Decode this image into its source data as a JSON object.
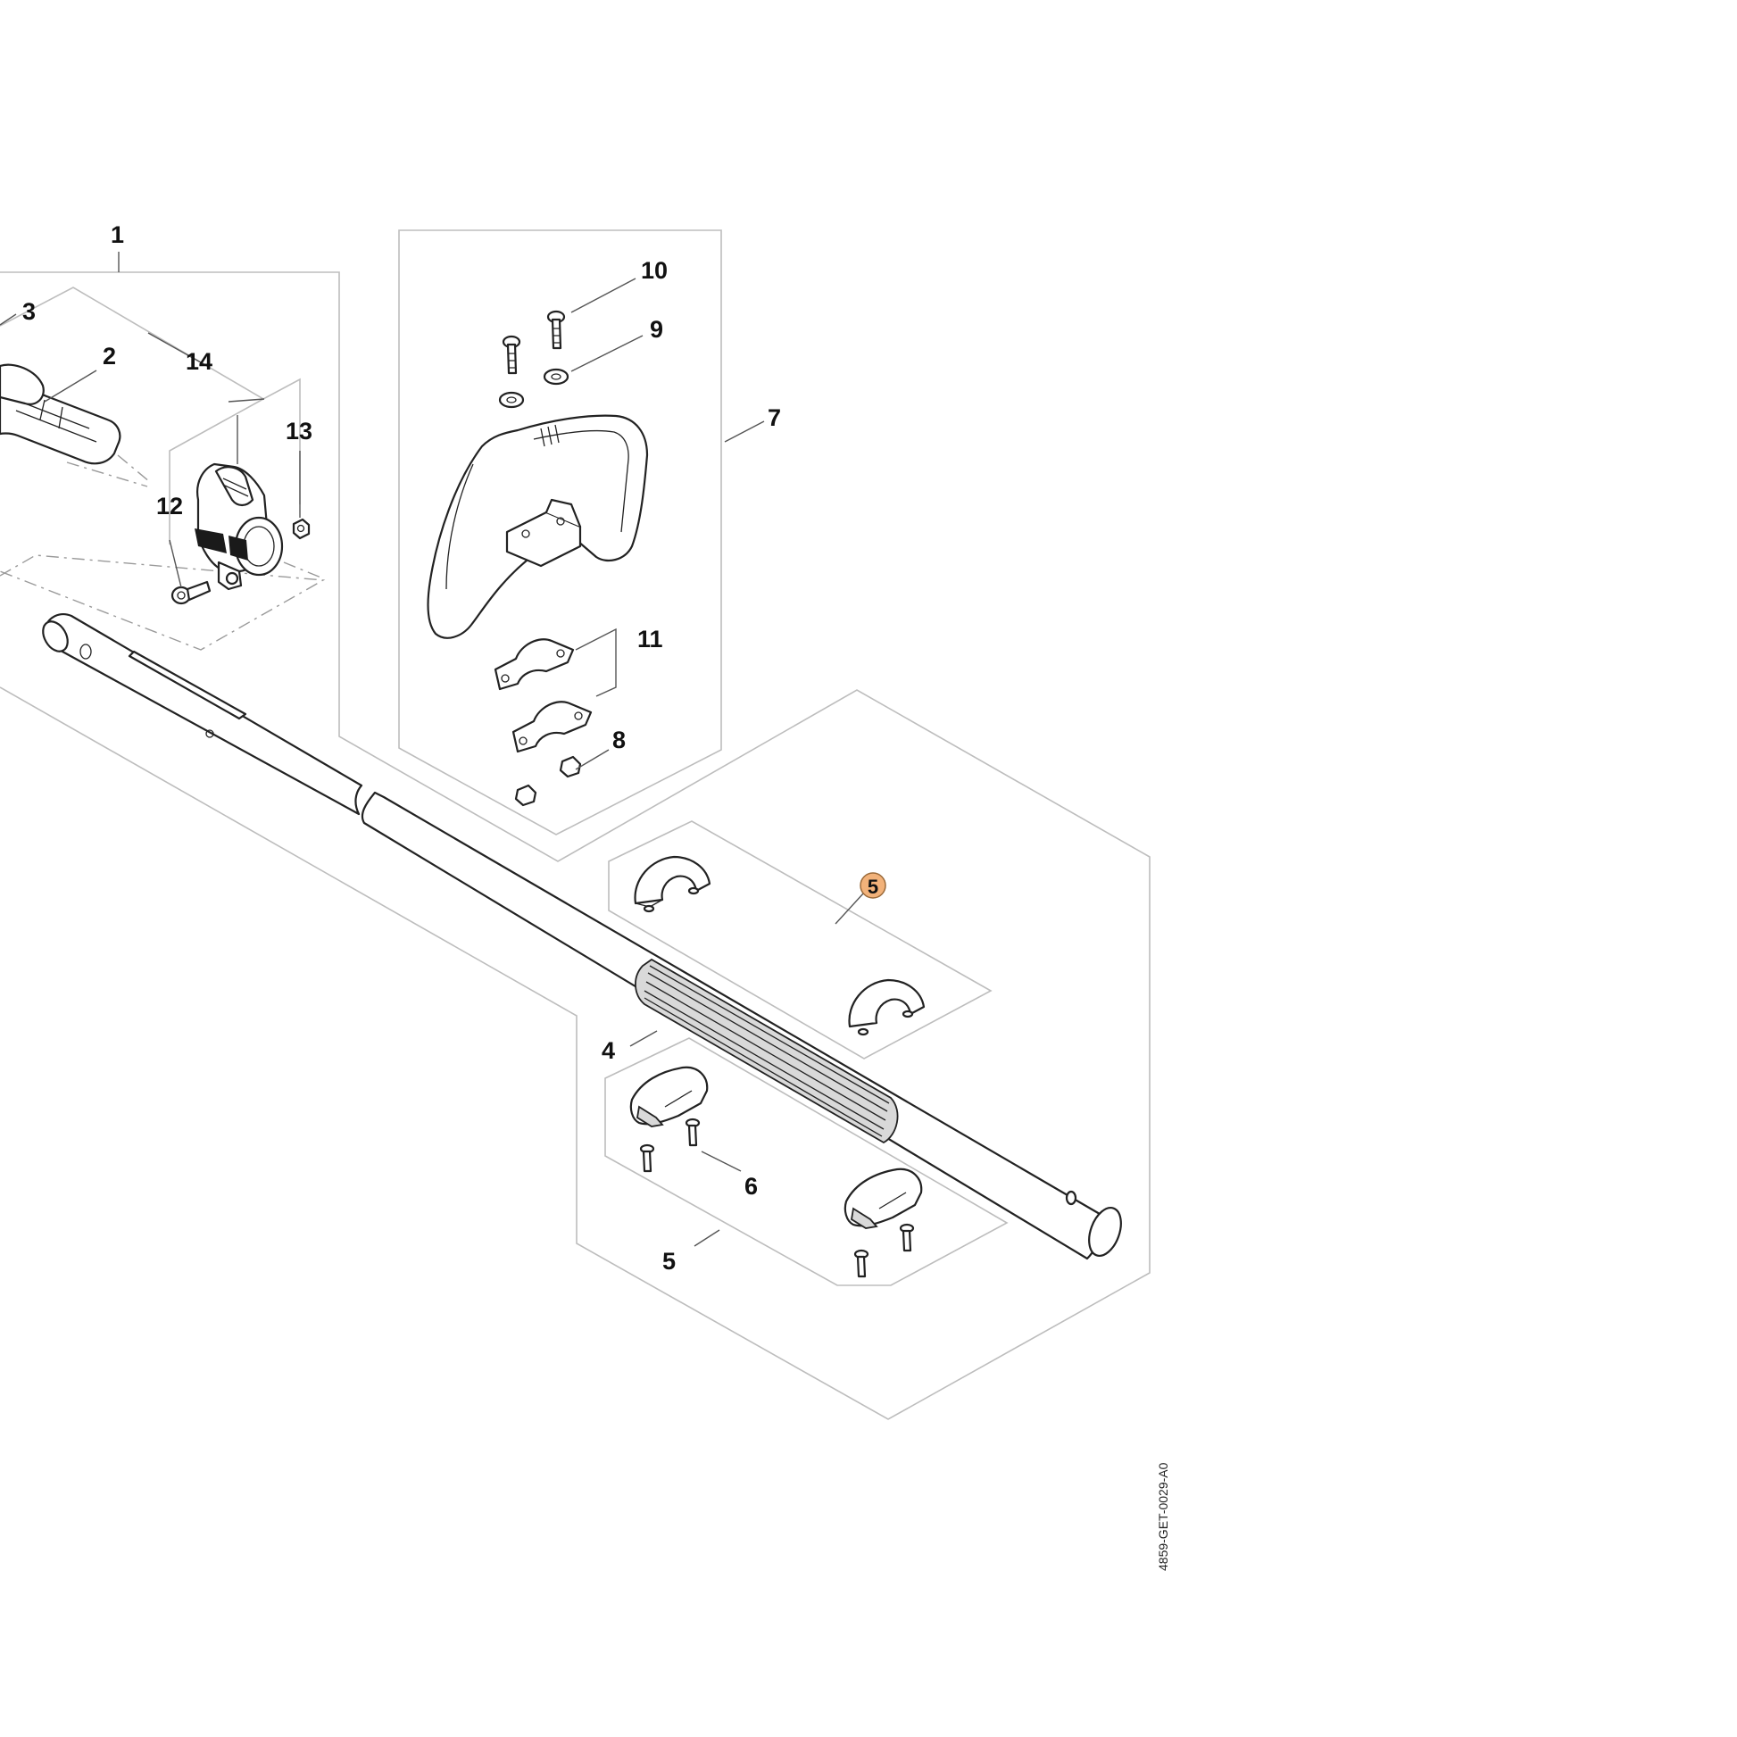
{
  "diagram": {
    "callouts": {
      "c1": "1",
      "c2": "2",
      "c3": "3",
      "c4": "4",
      "c5_highlight": "5",
      "c5": "5",
      "c6": "6",
      "c7": "7",
      "c8": "8",
      "c9": "9",
      "c10": "10",
      "c11": "11",
      "c12": "12",
      "c13": "13",
      "c14": "14"
    },
    "highlight_color": "#f2b27a",
    "document_id": "4859-GET-0029-A0"
  }
}
